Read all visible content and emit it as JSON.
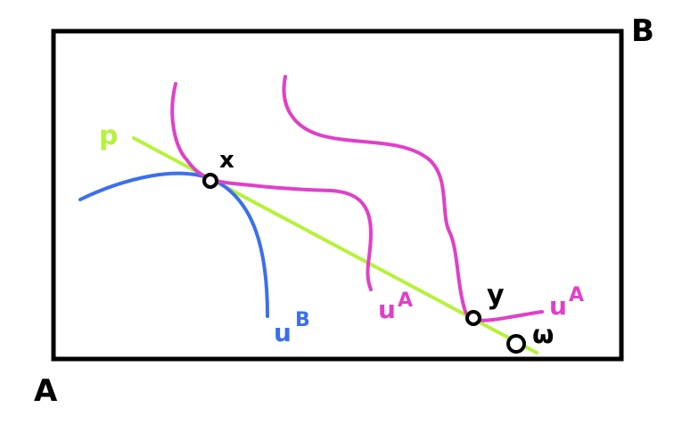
{
  "labels": {
    "corner_origin_a": "A",
    "corner_origin_b": "B",
    "price_line": "p",
    "point_x": "x",
    "point_y": "y",
    "point_w": "ω",
    "curve_ub": "u",
    "curve_ub_sup": "B",
    "curve_ua_left": "u",
    "curve_ua_left_sup": "A",
    "curve_ua_right": "u",
    "curve_ua_right_sup": "A"
  },
  "colors": {
    "box": "#000000",
    "budget_line": "#b6f23a",
    "indifference_a": "#e040c8",
    "indifference_b": "#3a6ff0",
    "points": "#000000",
    "text_black": "#000000"
  }
}
